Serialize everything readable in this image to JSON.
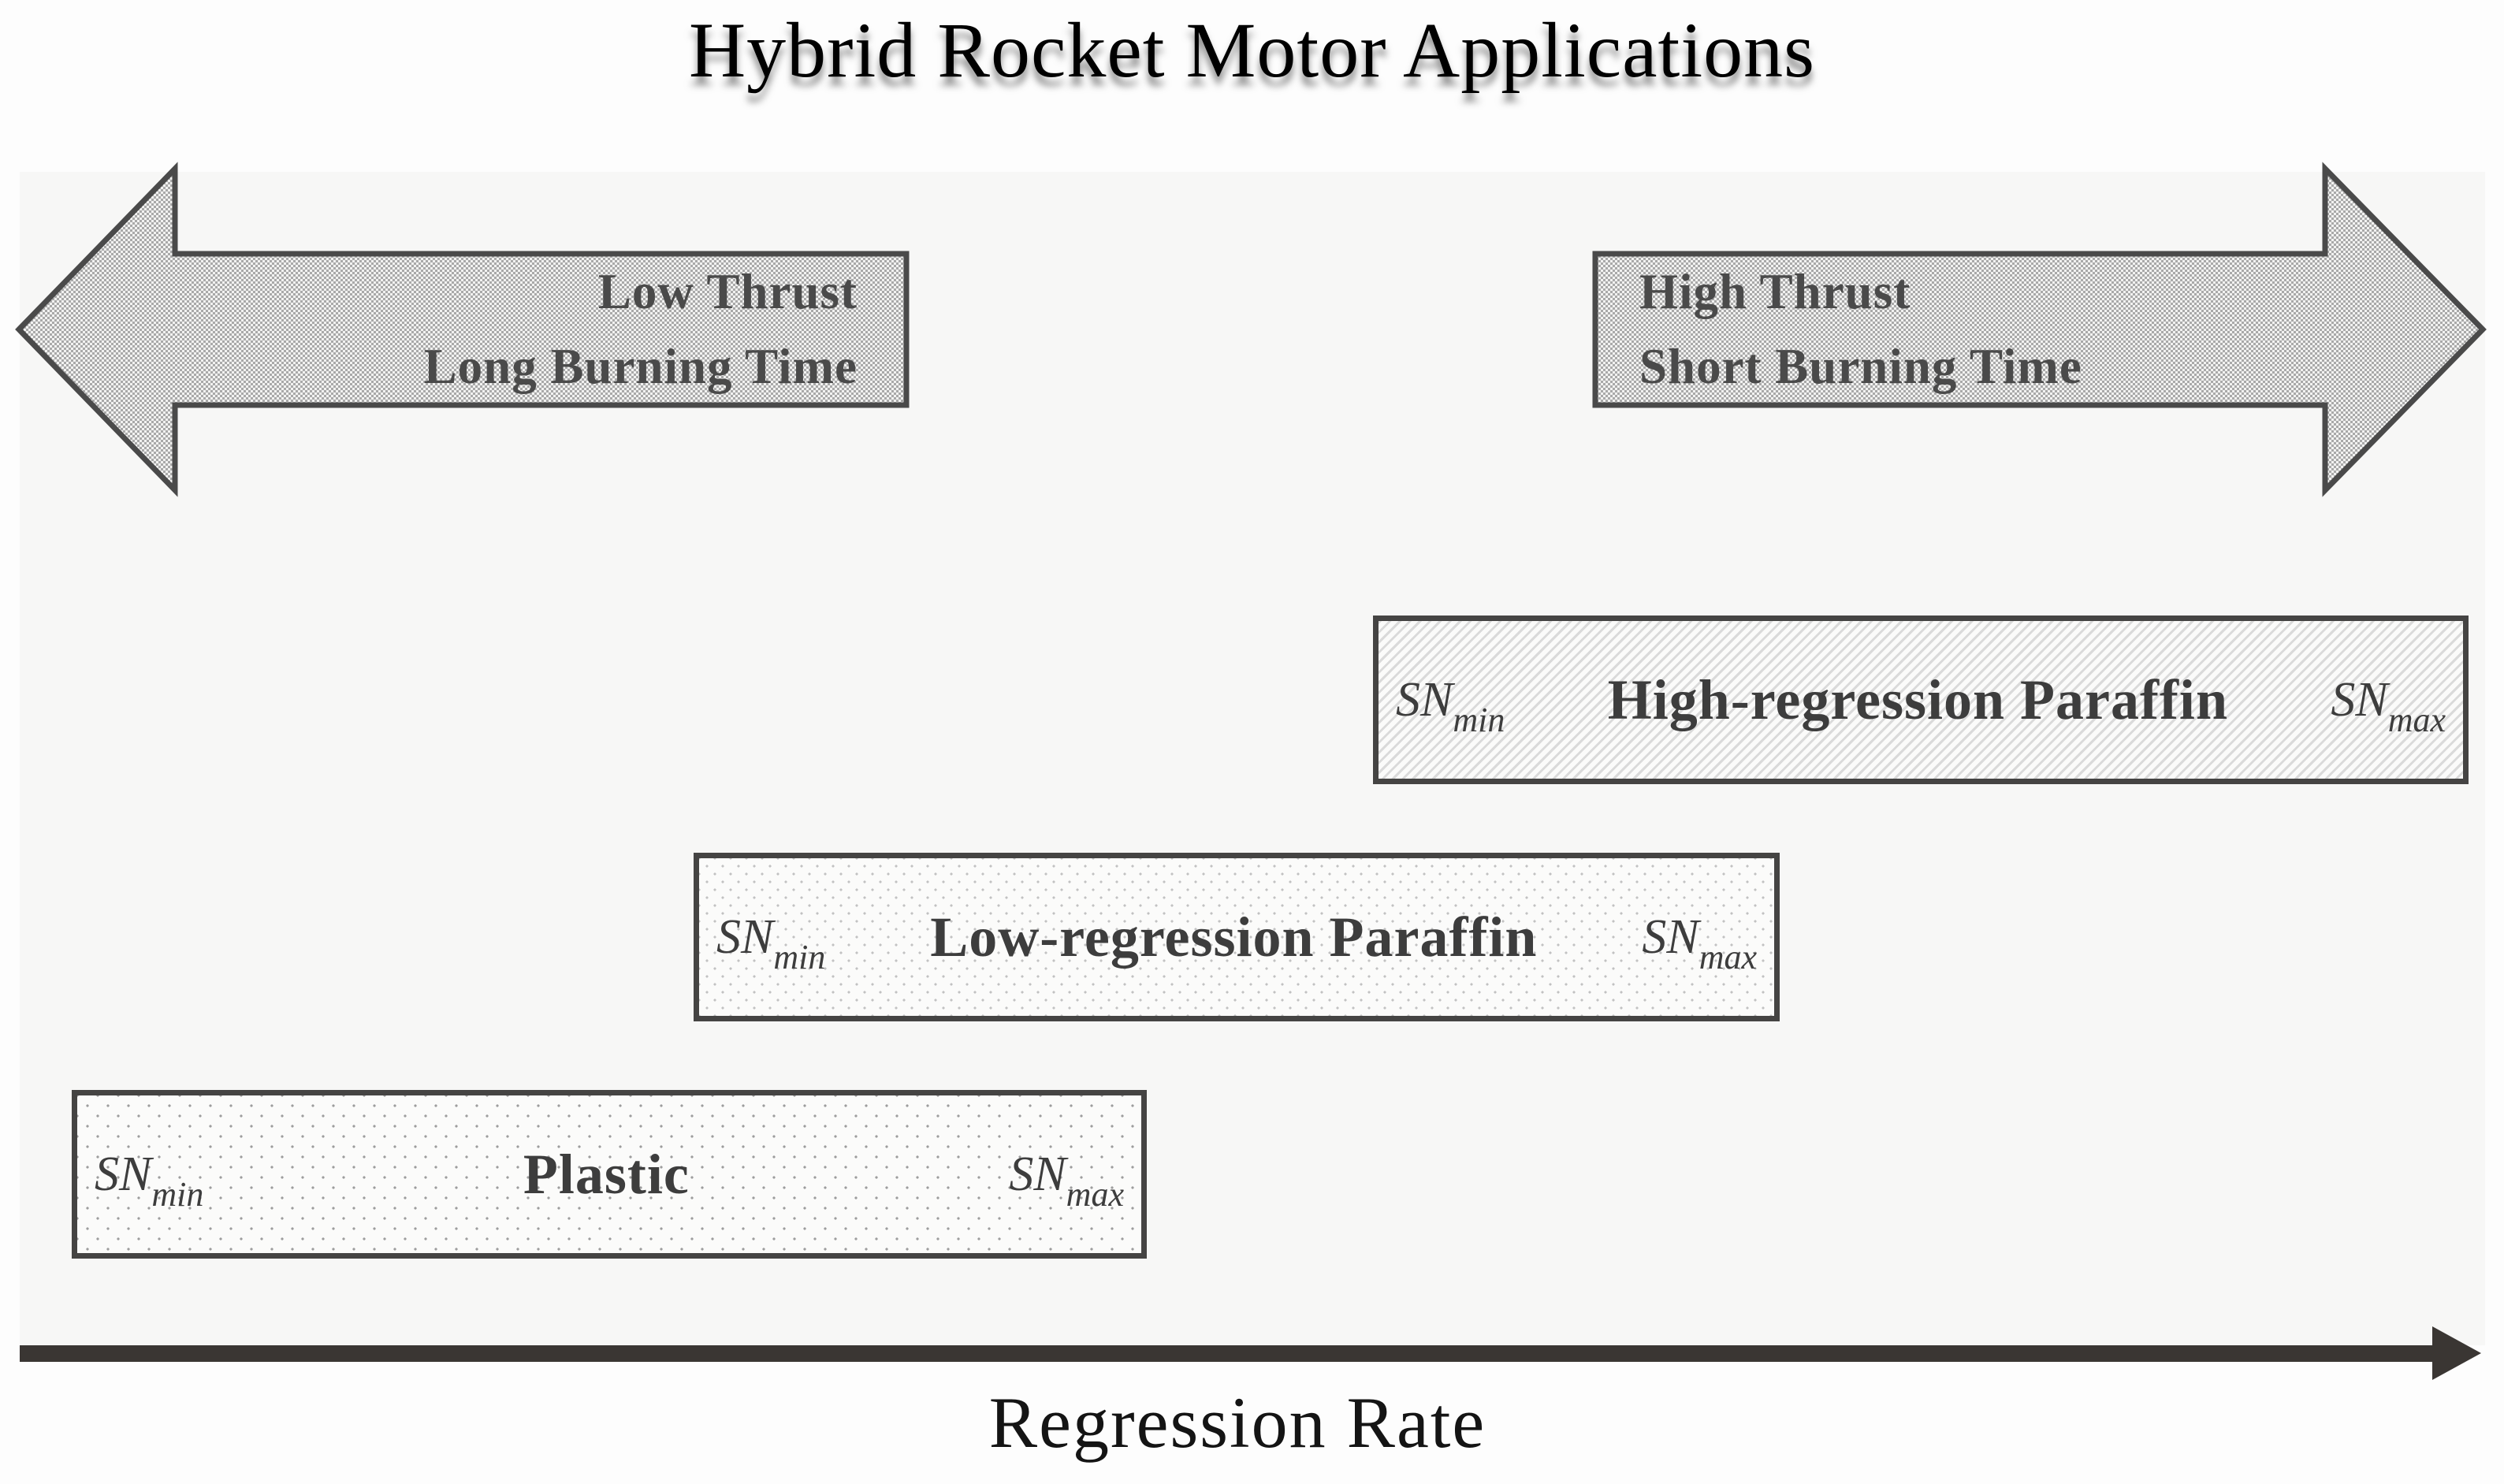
{
  "title": "Hybrid Rocket Motor Applications",
  "direction_arrows": {
    "left": {
      "line1": "Low Thrust",
      "line2": "Long Burning Time"
    },
    "right": {
      "line1": "High Thrust",
      "line2": "Short Burning Time"
    }
  },
  "bands": [
    {
      "name": "high-regression-paraffin",
      "label": "High-regression Paraffin",
      "fill_pattern": "diagonal-hatch",
      "sn_min": {
        "base": "SN",
        "sub": "min"
      },
      "sn_max": {
        "base": "SN",
        "sub": "max"
      }
    },
    {
      "name": "low-regression-paraffin",
      "label": "Low-regression Paraffin",
      "fill_pattern": "dense-dots",
      "sn_min": {
        "base": "SN",
        "sub": "min"
      },
      "sn_max": {
        "base": "SN",
        "sub": "max"
      }
    },
    {
      "name": "plastic",
      "label": "Plastic",
      "fill_pattern": "sparse-dots",
      "sn_min": {
        "base": "SN",
        "sub": "min"
      },
      "sn_max": {
        "base": "SN",
        "sub": "max"
      }
    }
  ],
  "axis": {
    "label": "Regression Rate"
  },
  "colors": {
    "background": "#fdfdfd",
    "panel": "#f7f7f6",
    "arrow_checker_gray": "#a9a9a9",
    "outline": "#4a4a4a",
    "band_border": "#454443",
    "text": "#3d3d3d",
    "axis": "#3a3633"
  }
}
